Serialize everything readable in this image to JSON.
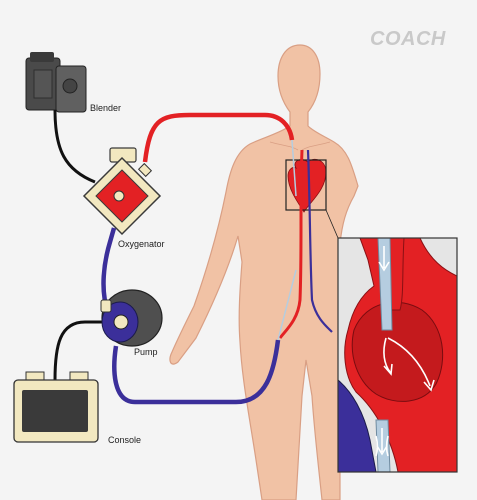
{
  "logo": {
    "text": "COACH"
  },
  "labels": {
    "blender": "Blender",
    "oxygenator": "Oxygenator",
    "pump": "Pump",
    "console": "Console"
  },
  "colors": {
    "background": "#f4f4f4",
    "skin": "#f1c2a5",
    "skin_outline": "#d99f84",
    "arterial": "#e32124",
    "venous": "#3b2f9a",
    "device_gray": "#5a5a5a",
    "cable": "#111111"
  }
}
